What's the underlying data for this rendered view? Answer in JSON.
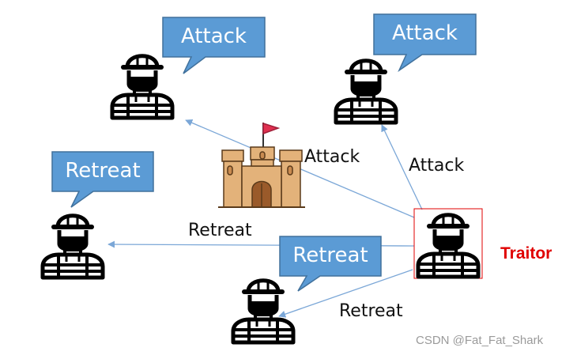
{
  "labels": {
    "bubble_attack_1": "Attack",
    "bubble_attack_2": "Attack",
    "bubble_retreat_1": "Retreat",
    "bubble_retreat_2": "Retreat",
    "edge_attack_castle": "Attack",
    "edge_attack_right": "Attack",
    "edge_retreat_left": "Retreat",
    "edge_retreat_bottom": "Retreat",
    "traitor": "Traitor"
  },
  "watermark": "CSDN @Fat_Fat_Shark",
  "icons": {
    "soldier": "soldier-icon",
    "castle": "castle-icon"
  },
  "colors": {
    "bubble": "#5b9bd5",
    "bubble_border": "#41719c",
    "arrow": "#7ba7d7",
    "traitor": "#e00000",
    "castle_body": "#e3b27a"
  }
}
